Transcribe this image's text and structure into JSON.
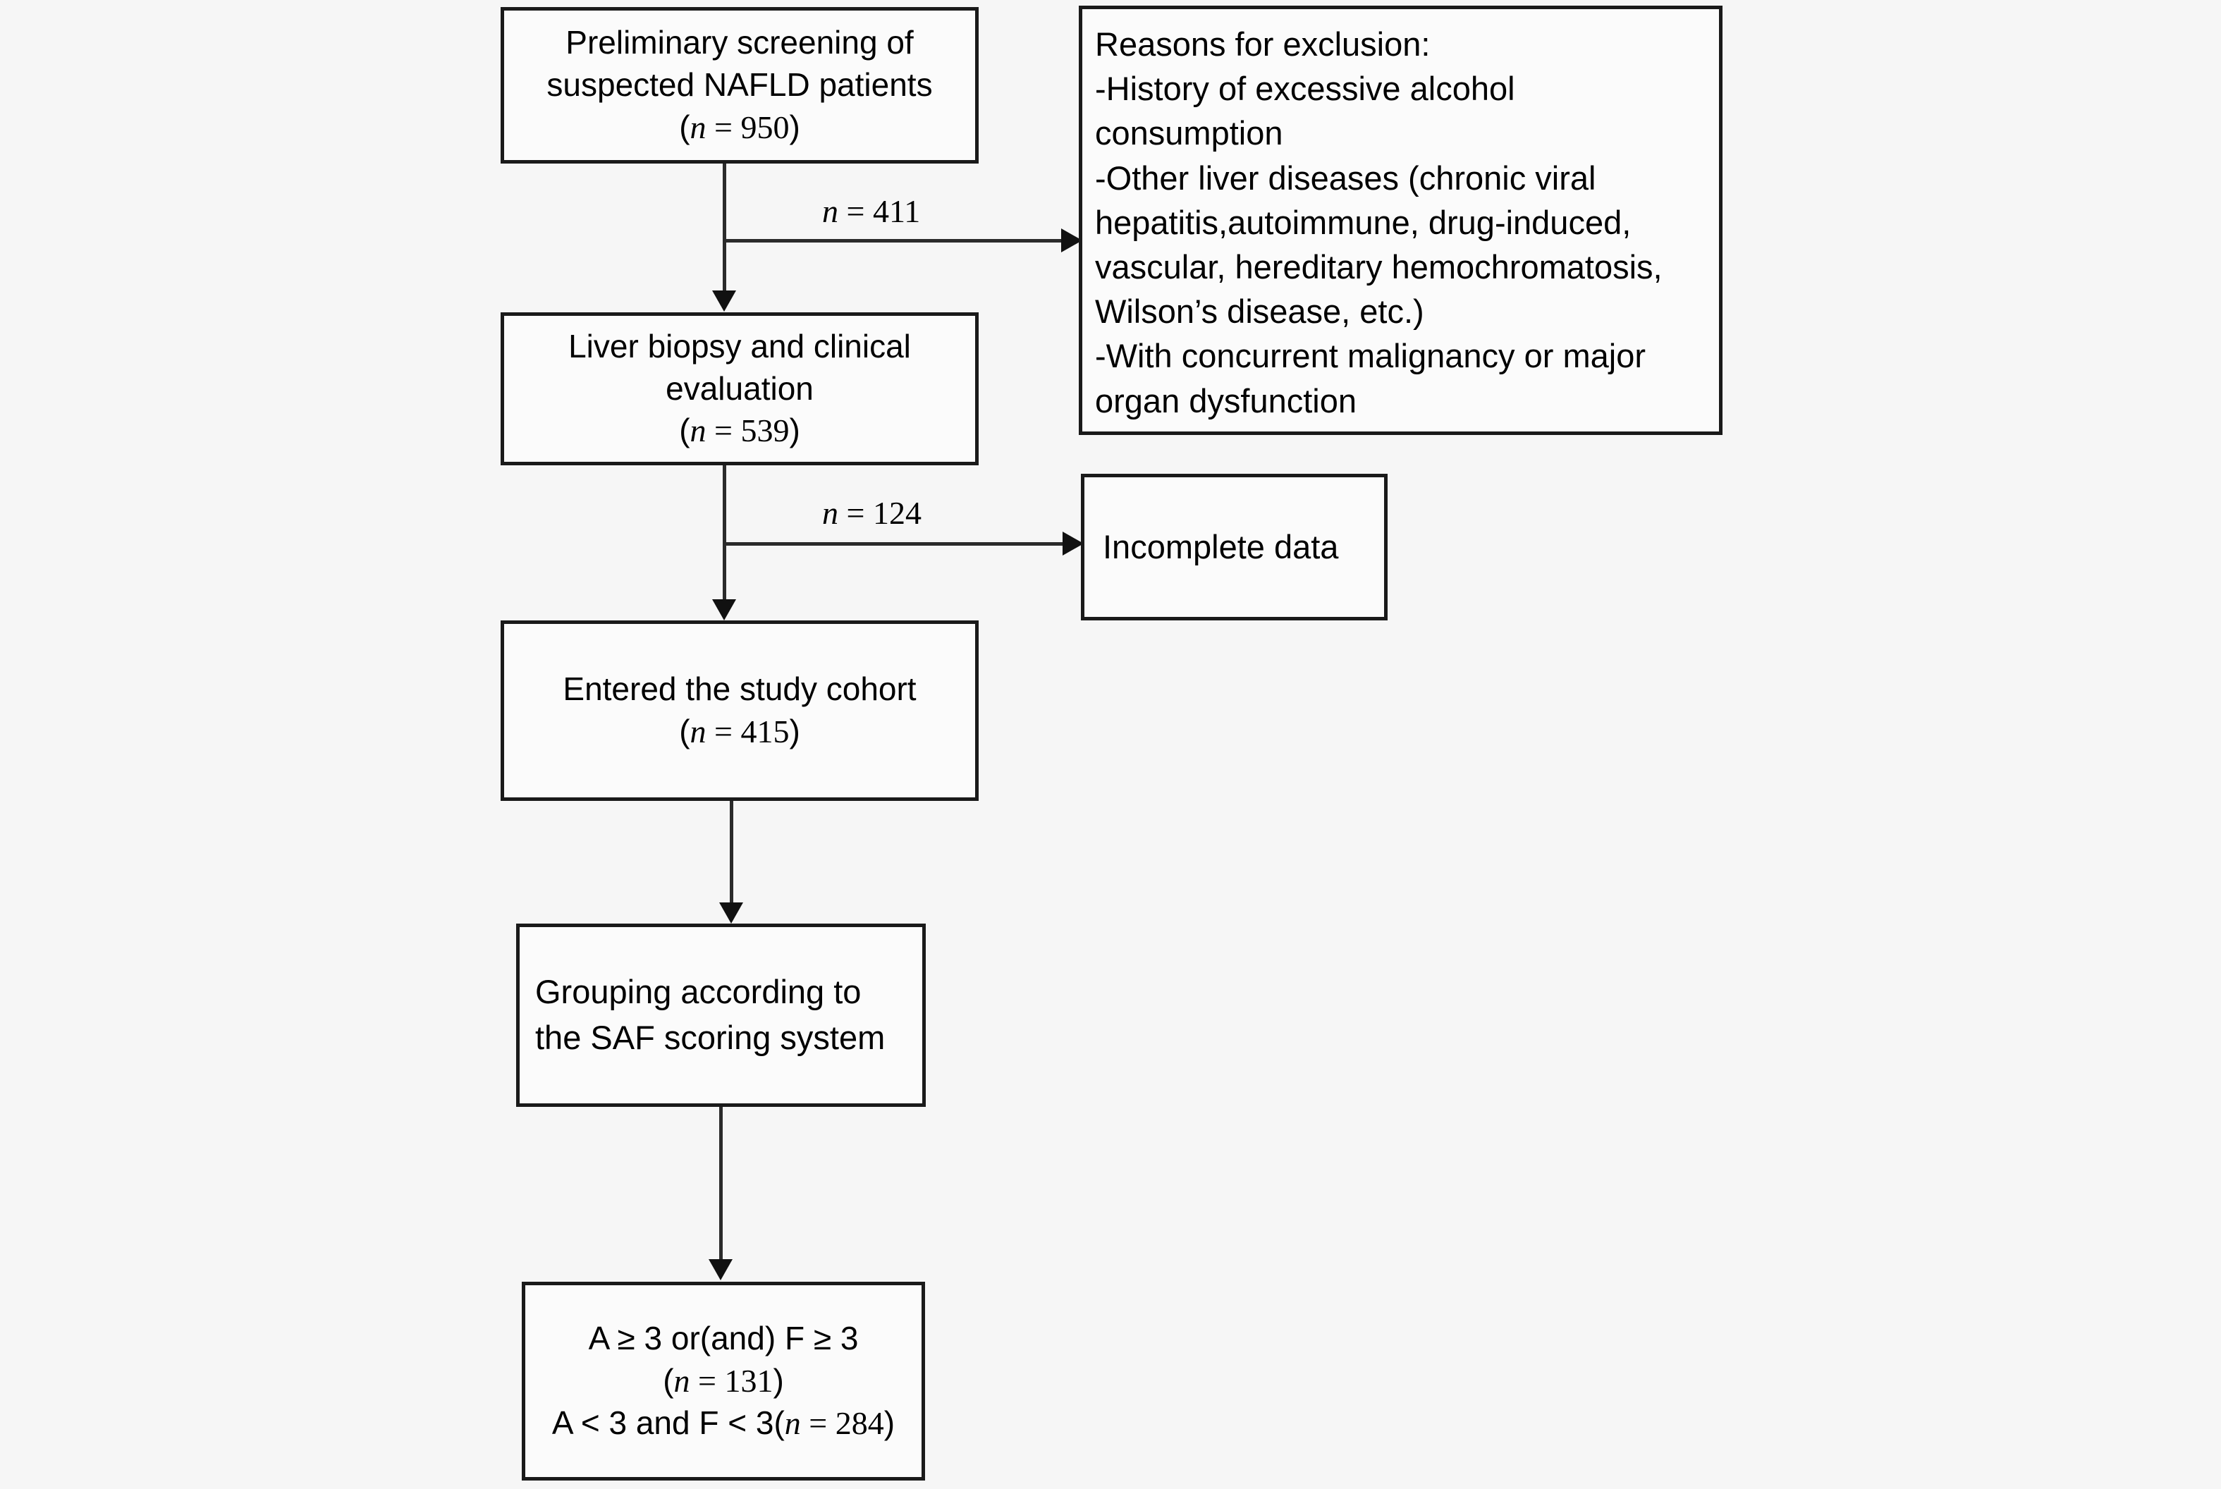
{
  "figure": {
    "type": "flowchart",
    "title": "NAFLD patient selection flow diagram",
    "background_color": "#f6f6f6",
    "box_border_color": "#1a1a1a",
    "connector_color": "#2b2b2b"
  },
  "nodes": {
    "screening": {
      "line1": "Preliminary screening of",
      "line2": "suspected NAFLD patients",
      "n_open": "(",
      "n_symbol": "n",
      "n_eq": " = 950",
      "n_close": ")",
      "count": 950
    },
    "biopsy": {
      "line1": "Liver biopsy and clinical",
      "line2": "evaluation",
      "n_open": "(",
      "n_symbol": "n",
      "n_eq": " = 539",
      "n_close": ")",
      "count": 539
    },
    "cohort": {
      "line1": "Entered the study cohort",
      "n_open": "(",
      "n_symbol": "n",
      "n_eq": " = 415",
      "n_close": ")",
      "count": 415
    },
    "grouping": {
      "line1": "Grouping according to",
      "line2": "the SAF scoring system"
    },
    "outcome": {
      "line1": "A ≥ 3 or(and) F ≥ 3",
      "n1_open": "(",
      "n1_symbol": "n",
      "n1_eq": " = 131",
      "n1_close": ")",
      "count1": 131,
      "line3a": "A < 3 and F < 3(",
      "n2_symbol": "n",
      "n2_eq": " = 284",
      "n2_close": ")",
      "count2": 284
    },
    "exclusion": {
      "heading": "Reasons for exclusion:",
      "reason1": "-History of excessive alcohol consumption",
      "reason2": "-Other liver diseases (chronic viral hepatitis,autoimmune, drug-induced, vascular, hereditary hemochromatosis, Wilson’s disease, etc.)",
      "reason3": "-With concurrent malignancy or major organ dysfunction"
    },
    "incomplete": {
      "label": "Incomplete data"
    }
  },
  "edges": {
    "exclusion_branch": {
      "n_symbol": "n",
      "n_eq": " = 411",
      "count": 411
    },
    "incomplete_branch": {
      "n_symbol": "n",
      "n_eq": " = 124",
      "count": 124
    }
  }
}
